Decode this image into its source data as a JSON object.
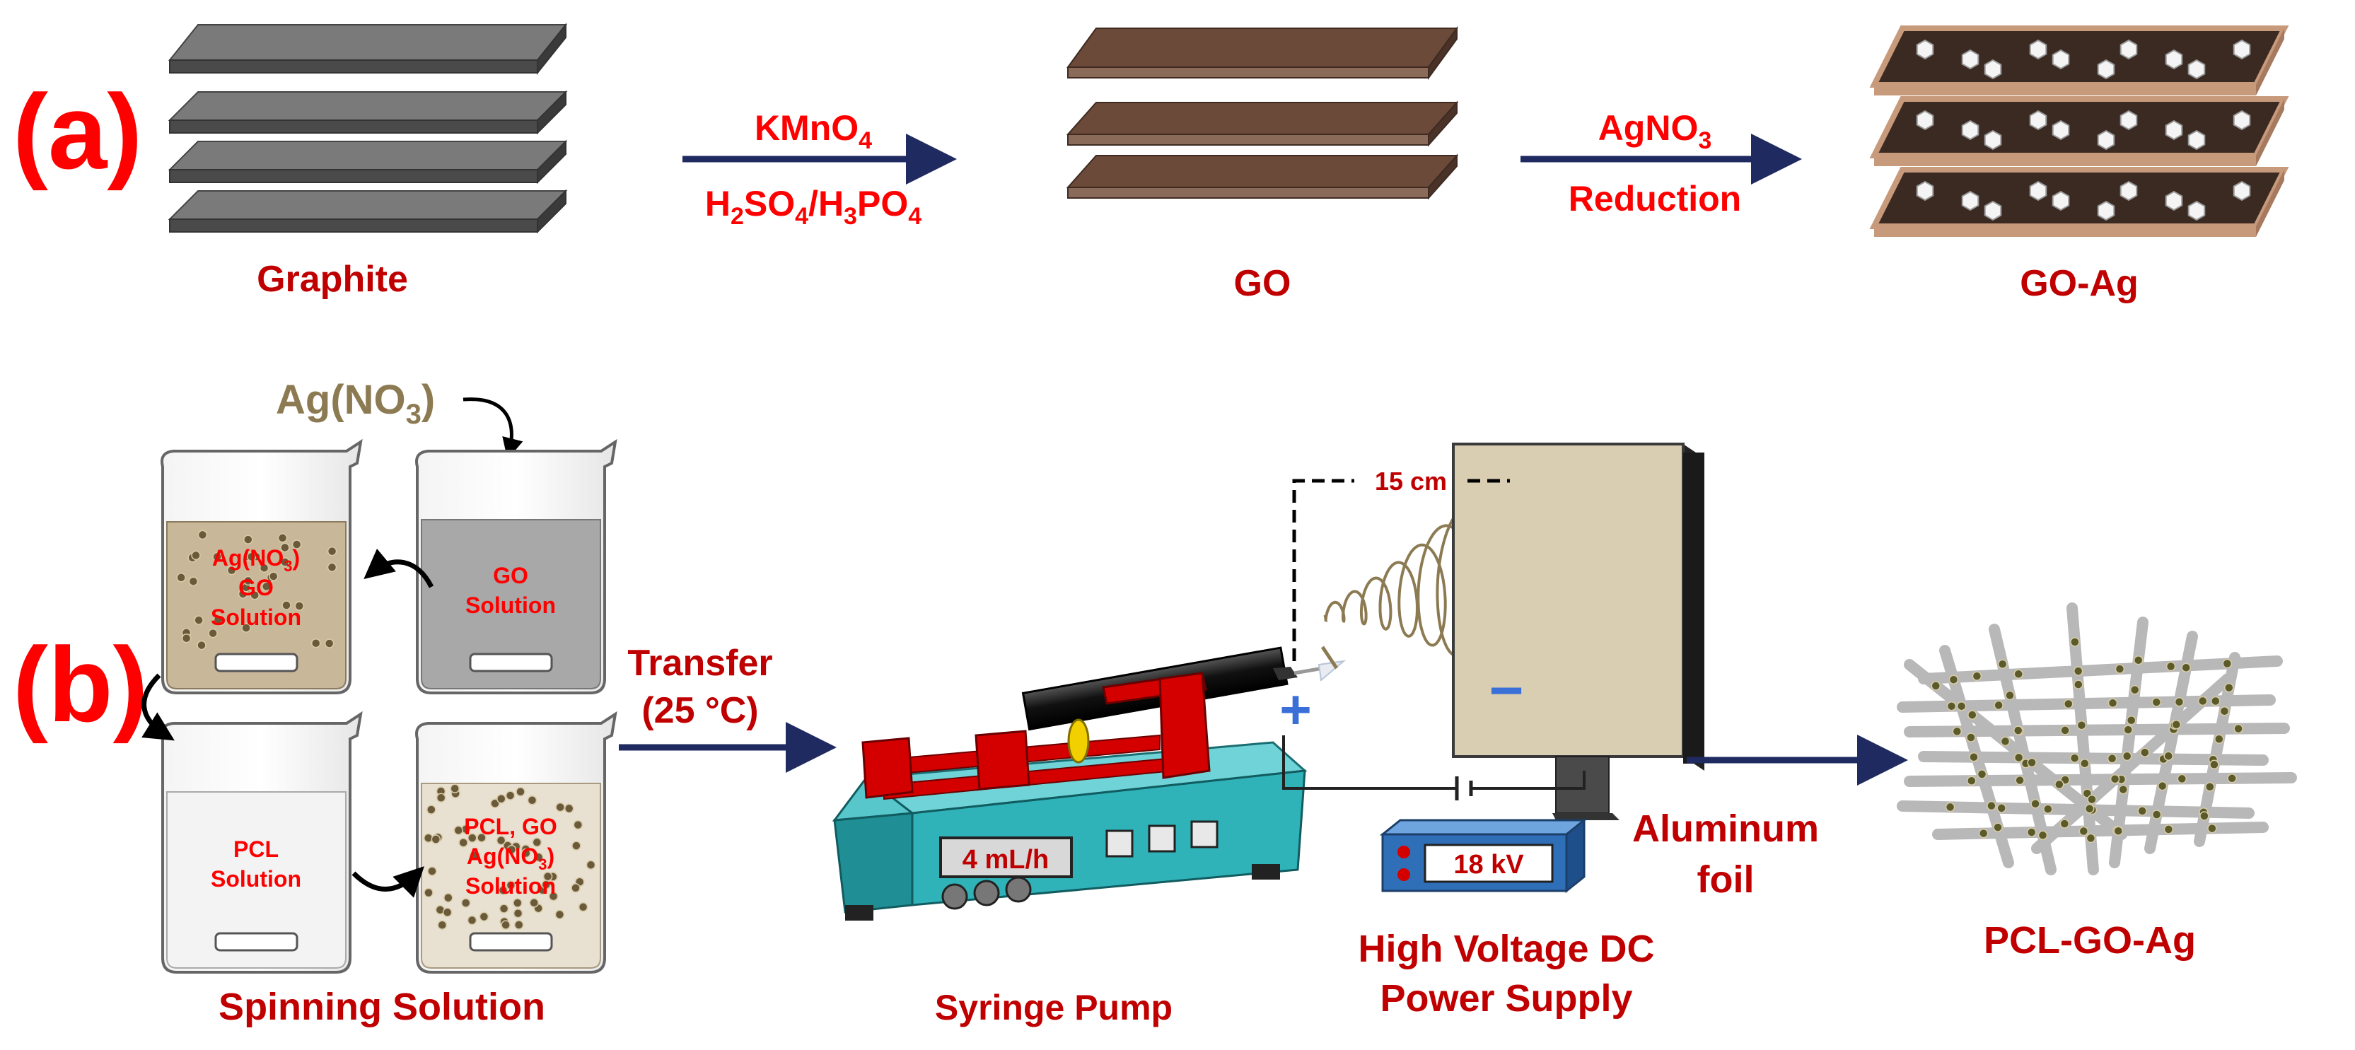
{
  "panel_a": {
    "tag": "(a)",
    "graphite_label": "Graphite",
    "go_label": "GO",
    "goag_label": "GO-Ag",
    "arrow1_top": "KMnO",
    "arrow1_top_sub": "4",
    "arrow1_bottom": [
      "H",
      "2",
      "SO",
      "4",
      "/H",
      "3",
      "PO",
      "4"
    ],
    "arrow2_top": "AgNO",
    "arrow2_top_sub": "3",
    "arrow2_bottom": "Reduction"
  },
  "panel_b": {
    "tag": "(b)",
    "agno3_label": [
      "Ag(NO",
      "3",
      ")"
    ],
    "beaker_ag_go": [
      "Ag(NO",
      "3",
      ")",
      "GO",
      "Solution"
    ],
    "beaker_go": [
      "GO",
      "Solution"
    ],
    "beaker_pcl": [
      "PCL",
      "Solution"
    ],
    "beaker_mix": [
      "PCL, GO",
      "Ag(NO",
      "3",
      ")",
      "Solution"
    ],
    "spinning_label": "Spinning Solution",
    "transfer_label": [
      "Transfer",
      "(25 °C)"
    ],
    "pump_display": "4 mL/h",
    "pump_label": "Syringe Pump",
    "distance_label": "15 cm",
    "plus_sign": "+",
    "minus_sign": "−",
    "voltage_display": "18 kV",
    "power_label": [
      "High Voltage DC",
      "Power Supply"
    ],
    "foil_label": [
      "Aluminum",
      "foil"
    ],
    "fiber_label": "PCL-GO-Ag"
  },
  "colors": {
    "label_red": "#c00000",
    "bright_red": "#ff0000",
    "dark_navy": "#1f2a60",
    "graphite": "#6a6a6a",
    "go_brown": "#6b4a39",
    "goag_dark": "#3a2a22",
    "goag_edge": "#c89a7c",
    "pump_teal": "#2fb3b9",
    "pump_red": "#d40000",
    "collector_tan": "#d9cdb2",
    "ag_label": "#8c7a52"
  }
}
